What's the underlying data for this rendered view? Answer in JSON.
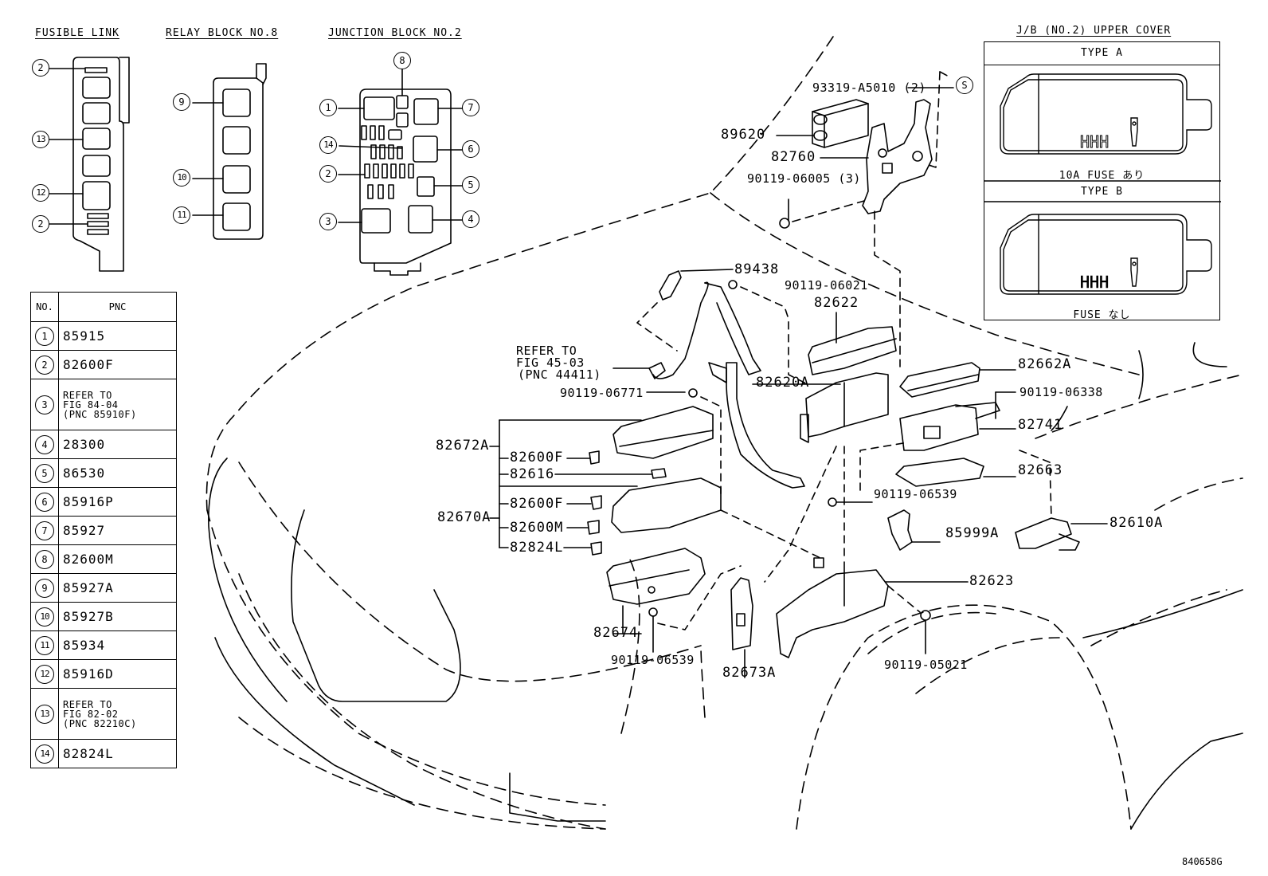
{
  "figure_id": "840658G",
  "sections": {
    "fusible_link": {
      "title": "FUSIBLE LINK",
      "callouts": [
        "2",
        "13",
        "12",
        "2"
      ]
    },
    "relay_block": {
      "title": "RELAY BLOCK NO.8",
      "callouts": [
        "9",
        "10",
        "11"
      ]
    },
    "junction_block": {
      "title": "JUNCTION BLOCK NO.2",
      "callouts": [
        "8",
        "1",
        "7",
        "14",
        "6",
        "2",
        "5",
        "3",
        "4"
      ]
    },
    "upper_cover": {
      "title": "J/B (NO.2) UPPER COVER",
      "ref_symbol": "S",
      "type_a": {
        "label": "TYPE A",
        "caption": "10A FUSE あり"
      },
      "type_b": {
        "label": "TYPE B",
        "caption": "FUSE なし"
      }
    }
  },
  "pnc_table": {
    "headers": [
      "NO.",
      "PNC"
    ],
    "rows": [
      {
        "no": "1",
        "pnc": "85915"
      },
      {
        "no": "2",
        "pnc": "82600F"
      },
      {
        "no": "3",
        "pnc_lines": [
          "REFER TO",
          "FIG 84-04",
          "(PNC 85910F)"
        ]
      },
      {
        "no": "4",
        "pnc": "28300"
      },
      {
        "no": "5",
        "pnc": "86530"
      },
      {
        "no": "6",
        "pnc": "85916P"
      },
      {
        "no": "7",
        "pnc": "85927"
      },
      {
        "no": "8",
        "pnc": "82600M"
      },
      {
        "no": "9",
        "pnc": "85927A"
      },
      {
        "no": "10",
        "pnc": "85927B"
      },
      {
        "no": "11",
        "pnc": "85934"
      },
      {
        "no": "12",
        "pnc": "85916D"
      },
      {
        "no": "13",
        "pnc_lines": [
          "REFER TO",
          "FIG 82-02",
          "(PNC 82210C)"
        ]
      },
      {
        "no": "14",
        "pnc": "82824L"
      }
    ]
  },
  "part_labels": {
    "p93319": "93319-A5010 (2)",
    "p89620": "89620",
    "p82760": "82760",
    "p90119_06005": "90119-06005 (3)",
    "p89438": "89438",
    "p90119_06021": "90119-06021",
    "p82622": "82622",
    "refer_l1": "REFER TO",
    "refer_l2": "FIG 45-03",
    "refer_l3": "(PNC 44411)",
    "p82662A": "82662A",
    "p90119_06771": "90119-06771",
    "p82620A": "82620A",
    "p90119_06338": "90119-06338",
    "p82741": "82741",
    "p82672A": "82672A",
    "p82600F_a": "82600F",
    "p82616": "82616",
    "p82663": "82663",
    "p90119_06539_a": "90119-06539",
    "p82670A": "82670A",
    "p82600F_b": "82600F",
    "p82600M": "82600M",
    "p82824L": "82824L",
    "p85999A": "85999A",
    "p82610A": "82610A",
    "p82623": "82623",
    "p82674": "82674",
    "p90119_06539_b": "90119-06539",
    "p82673A": "82673A",
    "p90119_05021": "90119-05021"
  }
}
